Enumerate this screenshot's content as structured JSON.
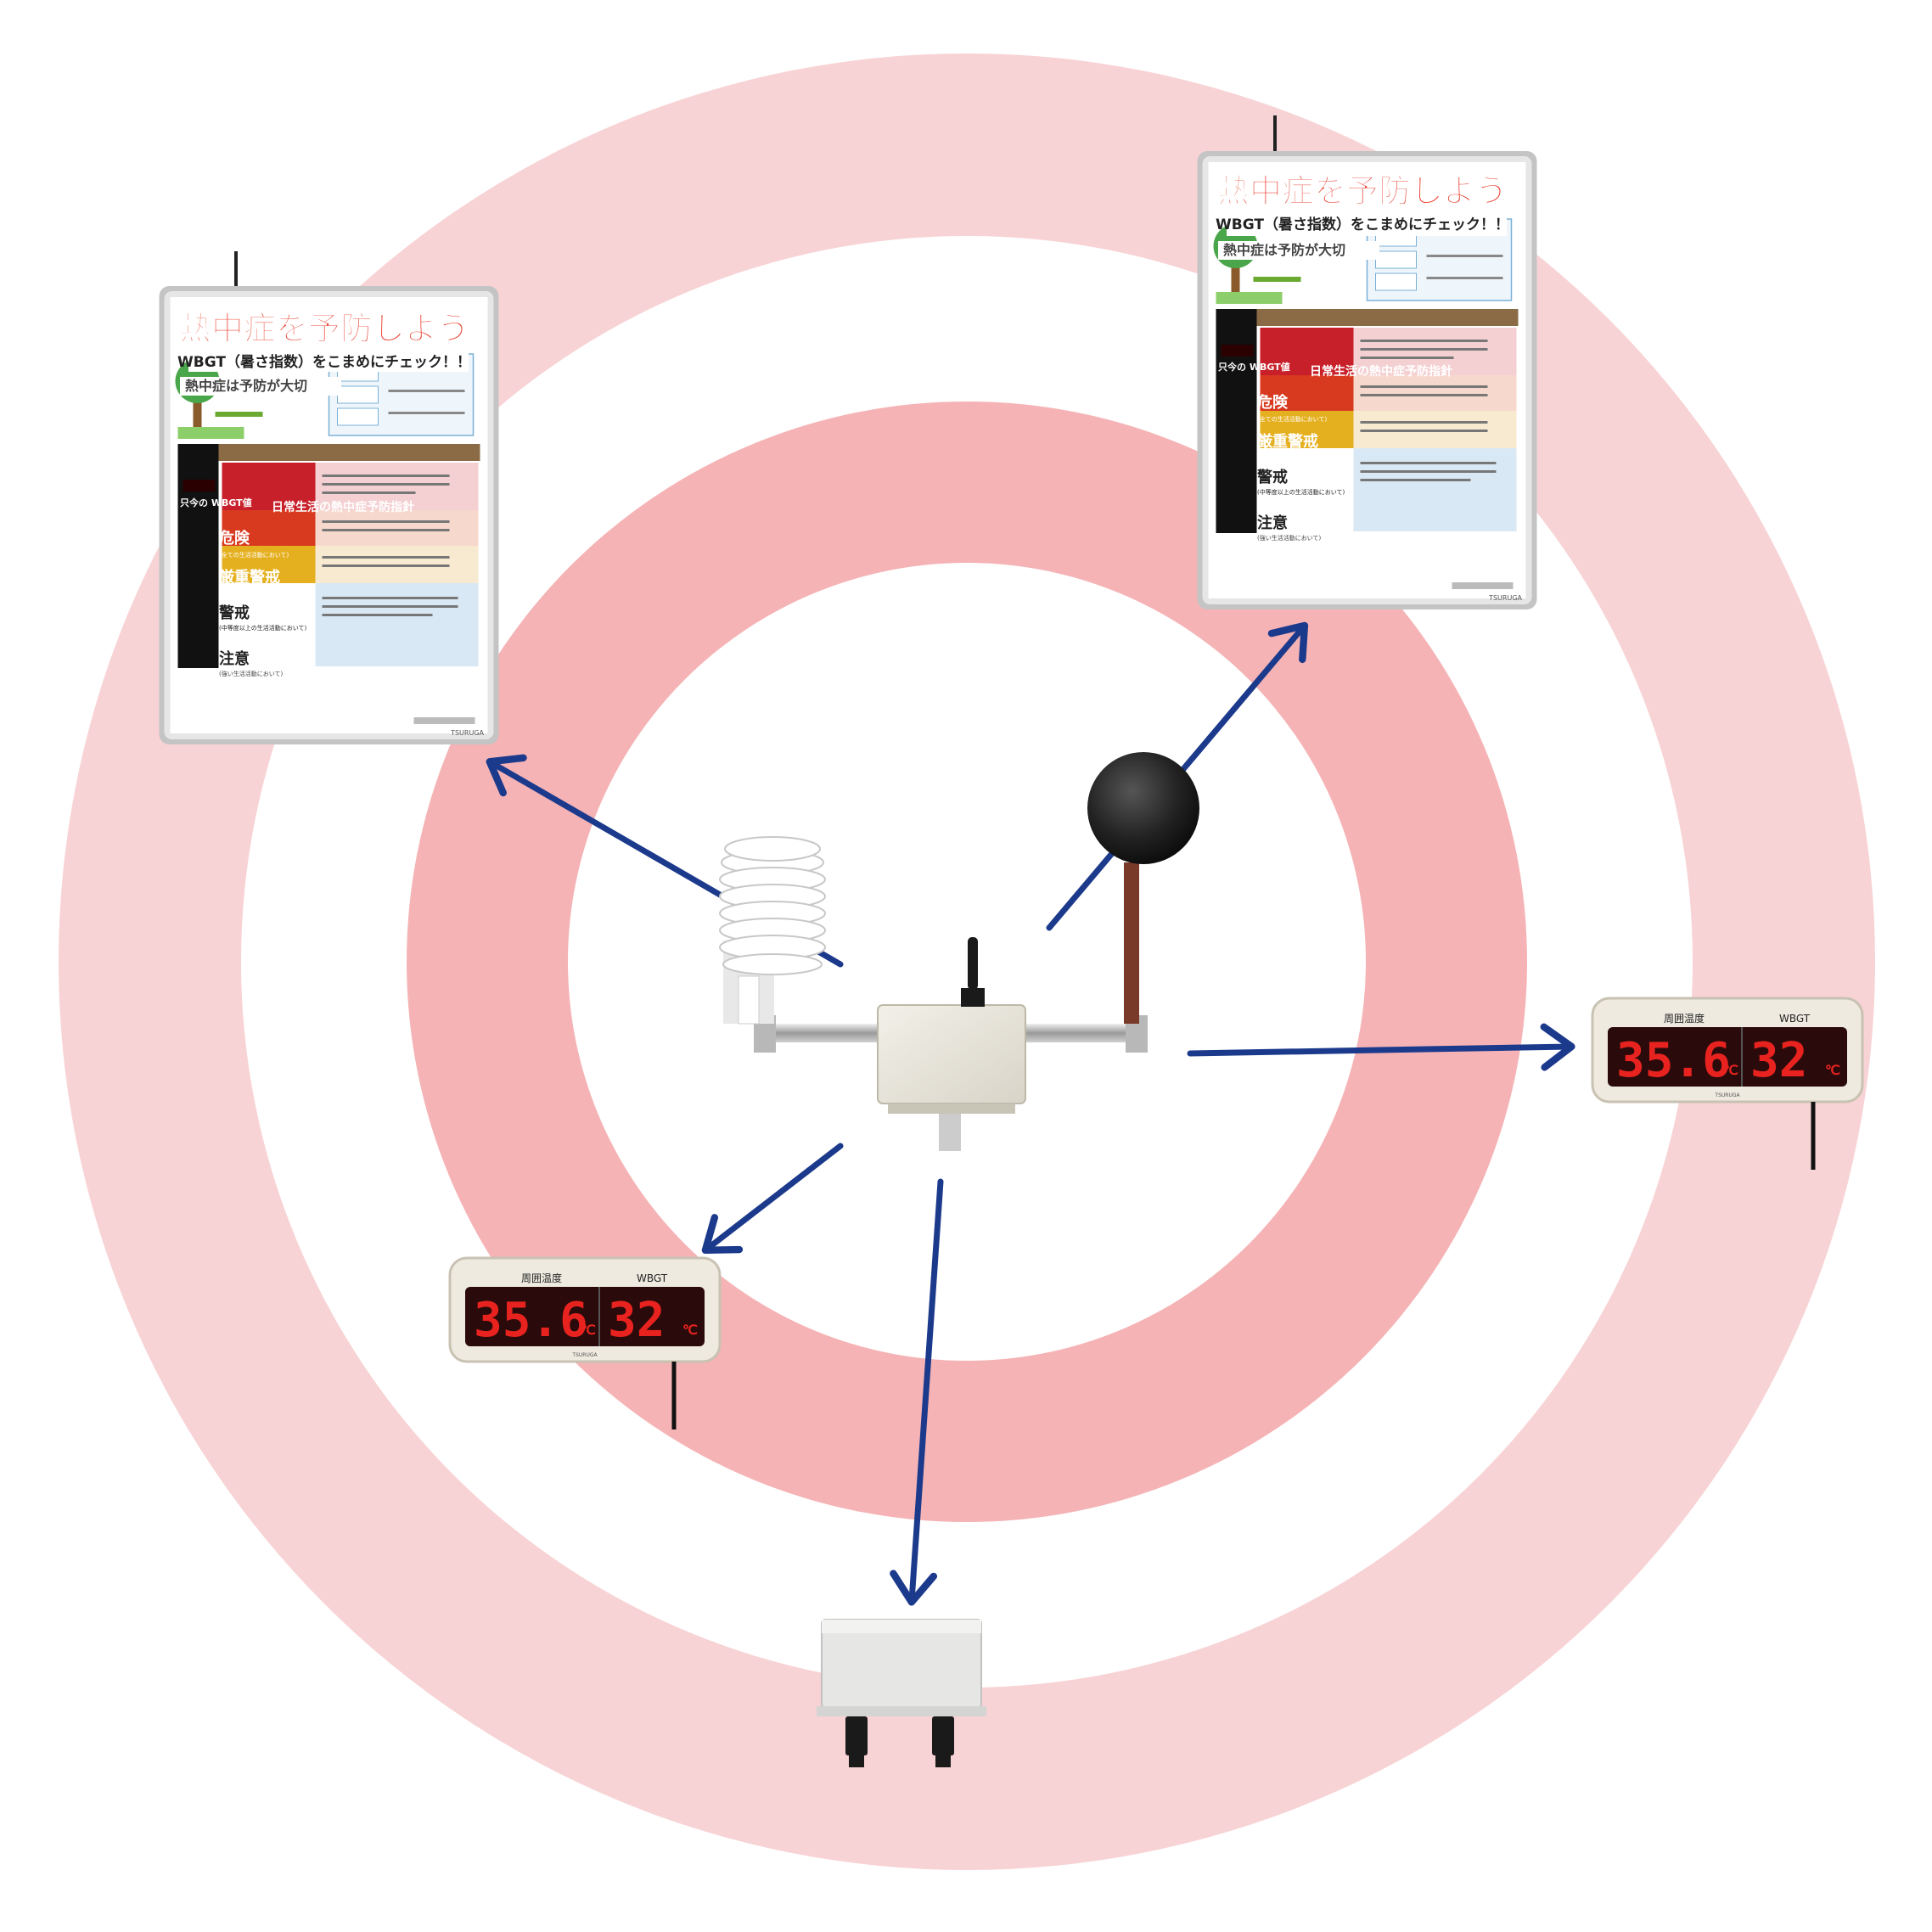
{
  "colors": {
    "ring_outer": "#f8d3d5",
    "ring_inner": "#f5b3b5",
    "arrow": "#1c3a8c",
    "led": "#e8231f",
    "led_bg": "#2a0a0a",
    "device": "#eeeae0"
  },
  "poster": {
    "title": "熱中症を予防しよう",
    "subtitle": "WBGT（暑さ指数）をこまめにチェック！！",
    "section": "熱中症は予防が大切",
    "current_label": "只今の WBGT値",
    "guide_title": "日常生活の熱中症予防指針",
    "levels": [
      {
        "name": "危険",
        "sub": "(全ての生活活動において)",
        "color": "#c8202a",
        "bg": "#f4d0d2"
      },
      {
        "name": "厳重警戒",
        "sub": "(全ての生活活動において)",
        "color": "#d83a20",
        "bg": "#f7d8cc"
      },
      {
        "name": "警戒",
        "sub": "(中等度以上の生活活動において)",
        "color": "#e5b020",
        "bg": "#f8ead0"
      },
      {
        "name": "注意",
        "sub": "(強い生活活動において)",
        "color": "#ffffff",
        "bg": "#d8e8f5"
      }
    ],
    "brand": "TSURUGA"
  },
  "display": {
    "label_temp": "周囲温度",
    "label_wbgt": "WBGT",
    "temp_value": "35.6",
    "wbgt_value": "32",
    "unit": "℃",
    "brand": "TSURUGA"
  },
  "icons": {
    "globe": "black-globe-sensor-icon",
    "shield": "radiation-shield-icon",
    "antenna": "antenna-icon"
  }
}
